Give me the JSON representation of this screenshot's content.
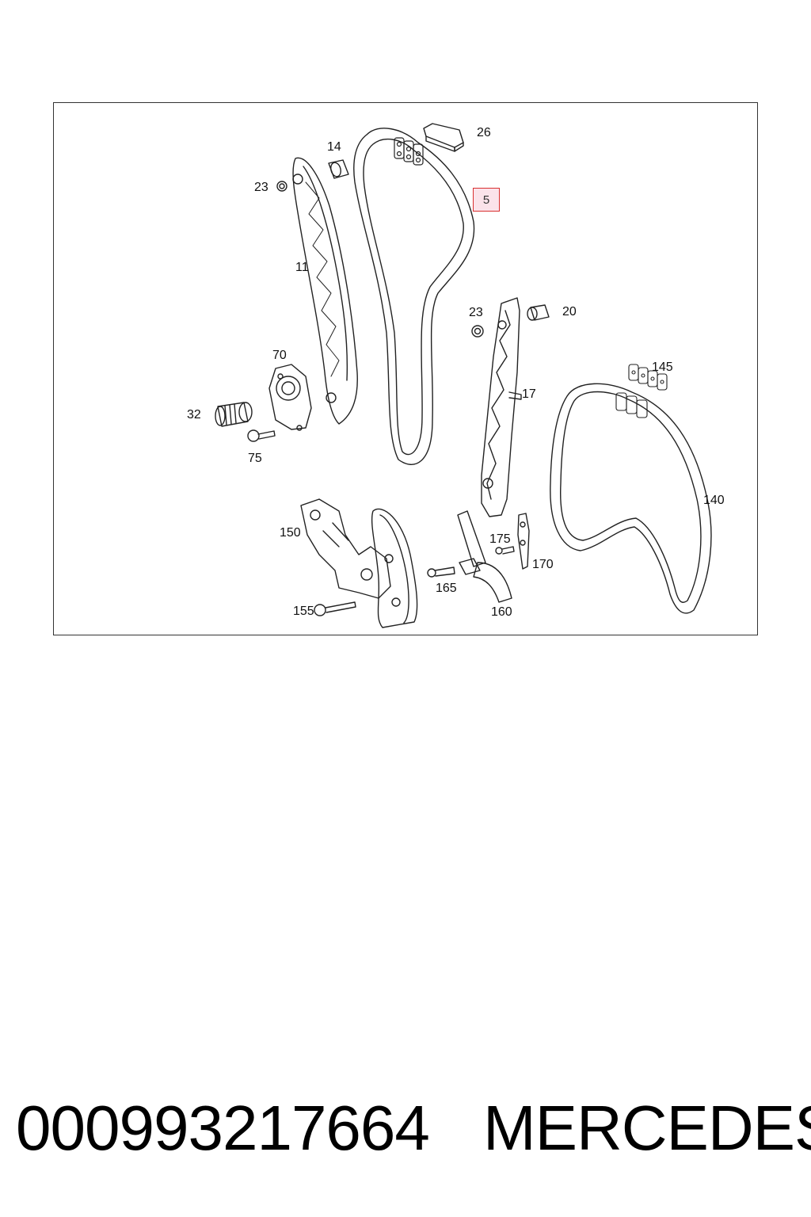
{
  "callouts": {
    "c5": "5",
    "c11": "11",
    "c14": "14",
    "c17": "17",
    "c20": "20",
    "c23a": "23",
    "c23b": "23",
    "c26": "26",
    "c32": "32",
    "c70": "70",
    "c75": "75",
    "c140": "140",
    "c145": "145",
    "c150": "150",
    "c155": "155",
    "c160": "160",
    "c165": "165",
    "c170": "170",
    "c175": "175"
  },
  "highlight_color": "#d93030",
  "highlight_fill": "#fbe3ea",
  "footer": {
    "part_number": "000993217664",
    "brand": "MERCEDES"
  }
}
